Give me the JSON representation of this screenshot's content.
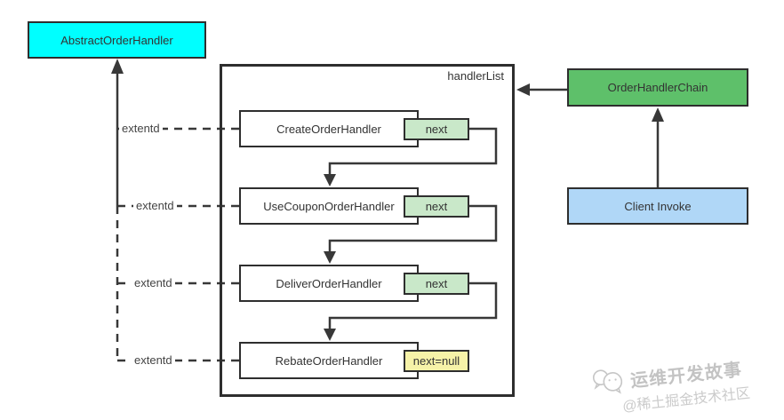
{
  "diagram": {
    "abstract_handler": {
      "label": "AbstractOrderHandler"
    },
    "handler_list": {
      "label": "handlerList"
    },
    "handlers": [
      {
        "label": "CreateOrderHandler",
        "next": "next"
      },
      {
        "label": "UseCouponOrderHandler",
        "next": "next"
      },
      {
        "label": "DeliverOrderHandler",
        "next": "next"
      },
      {
        "label": "RebateOrderHandler",
        "next": "next=null"
      }
    ],
    "inheritance_labels": [
      "extentd",
      "extentd",
      "extentd",
      "extentd"
    ],
    "order_handler_chain": {
      "label": "OrderHandlerChain"
    },
    "client_invoke": {
      "label": "Client Invoke"
    }
  },
  "watermark": {
    "brand": "运维开发故事",
    "community": "@稀土掘金技术社区"
  },
  "colors": {
    "abstract_bg": "#00ffff",
    "next_bg": "#c9e8c9",
    "next_null_bg": "#f6f2a8",
    "chain_bg": "#5ec06a",
    "client_bg": "#b0d7f7",
    "line": "#383838",
    "watermark_gray": "#c6c6c6"
  }
}
